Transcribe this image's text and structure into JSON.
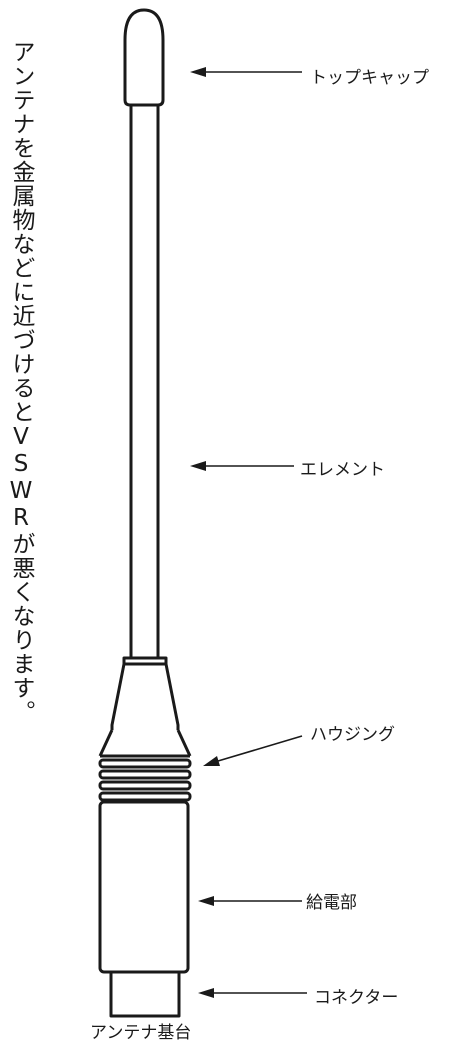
{
  "vertical_note": "アンテナを金属物などに近づけるとVSWRが悪くなります。",
  "labels": {
    "top_cap": "トップキャップ",
    "element": "エレメント",
    "housing": "ハウジング",
    "feed": "給電部",
    "connector": "コネクター",
    "base": "アンテナ基台"
  },
  "colors": {
    "stroke": "#1a1a1a",
    "background": "#ffffff"
  }
}
